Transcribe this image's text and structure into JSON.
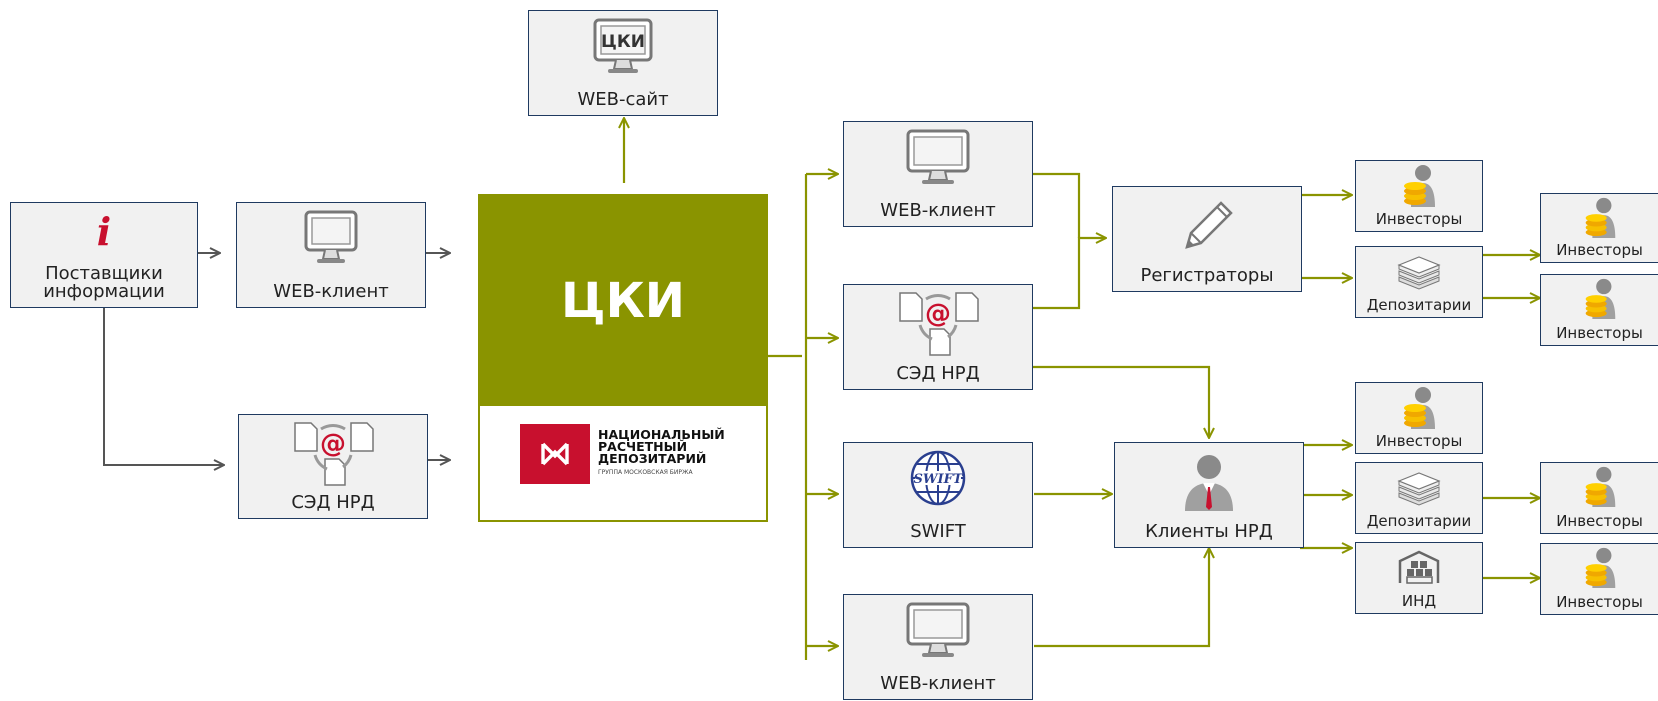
{
  "nodes": {
    "info_providers": "Поставщики информации",
    "web_client_left": "WEB-клиент",
    "sed_nrd_left": "СЭД НРД",
    "web_site": "WEB-сайт",
    "web_site_icon_text": "ЦКИ",
    "center_title": "ЦКИ",
    "web_client_top": "WEB-клиент",
    "sed_nrd_mid": "СЭД НРД",
    "swift": "SWIFT",
    "swift_icon_text": "SWIFT",
    "web_client_bottom": "WEB-клиент",
    "registrars": "Регистраторы",
    "clients_nrd": "Клиенты НРД",
    "investors_1": "Инвесторы",
    "depositaries_1": "Депозитарии",
    "investors_r1": "Инвесторы",
    "investors_r2": "Инвесторы",
    "investors_2": "Инвесторы",
    "depositaries_2": "Депозитарии",
    "investors_r3": "Инвесторы",
    "ind": "ИНД",
    "investors_r4": "Инвесторы"
  },
  "logo": {
    "line1": "НАЦИОНАЛЬНЫЙ",
    "line2": "РАСЧЕТНЫЙ",
    "line3": "ДЕПОЗИТАРИЙ",
    "sub": "ГРУППА МОСКОВСКАЯ БИРЖА"
  },
  "colors": {
    "accent": "#8a9400",
    "arrow_gray": "#555555",
    "border": "#1f3a60",
    "box_fill": "#f1f1f1",
    "logo_red": "#c8102e"
  }
}
